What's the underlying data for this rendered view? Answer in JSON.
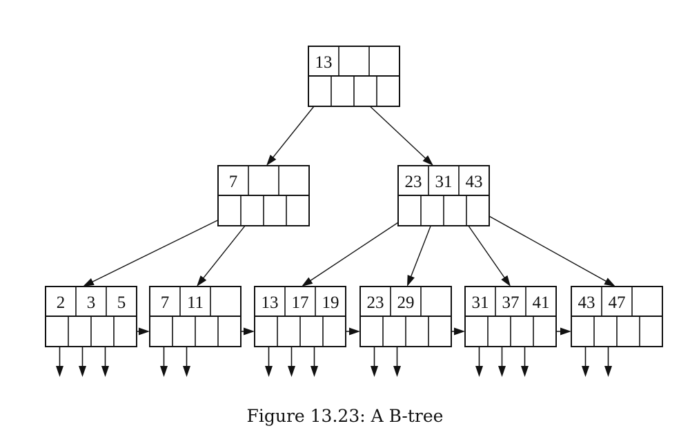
{
  "figure": {
    "caption": "Figure 13.23: A B-tree",
    "type": "B-tree",
    "keys_per_node": 3,
    "pointers_per_node": 4
  },
  "tree": {
    "root": {
      "id": "root",
      "keys": [
        "13",
        "",
        ""
      ],
      "children": [
        "internal-left",
        "internal-right"
      ]
    },
    "internal": [
      {
        "id": "internal-left",
        "keys": [
          "7",
          "",
          ""
        ],
        "children": [
          "leaf-1",
          "leaf-2"
        ]
      },
      {
        "id": "internal-right",
        "keys": [
          "23",
          "31",
          "43"
        ],
        "children": [
          "leaf-3",
          "leaf-4",
          "leaf-5",
          "leaf-6"
        ]
      }
    ],
    "leaves": [
      {
        "id": "leaf-1",
        "keys": [
          "2",
          "3",
          "5"
        ]
      },
      {
        "id": "leaf-2",
        "keys": [
          "7",
          "11",
          ""
        ]
      },
      {
        "id": "leaf-3",
        "keys": [
          "13",
          "17",
          "19"
        ]
      },
      {
        "id": "leaf-4",
        "keys": [
          "23",
          "29",
          ""
        ]
      },
      {
        "id": "leaf-5",
        "keys": [
          "31",
          "37",
          "41"
        ]
      },
      {
        "id": "leaf-6",
        "keys": [
          "43",
          "47",
          ""
        ]
      }
    ]
  },
  "colors": {
    "line": "#111111",
    "background": "#ffffff"
  }
}
